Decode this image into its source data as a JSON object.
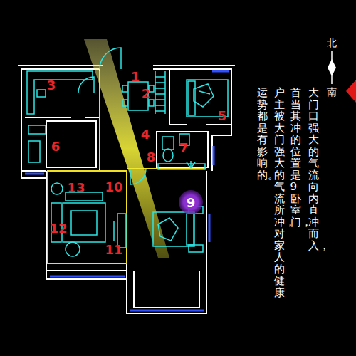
{
  "diagram": {
    "labels": [
      "3",
      "1",
      "2",
      "5",
      "4",
      "6",
      "7",
      "8",
      "10",
      "13",
      "9",
      "12",
      "11",
      "北",
      "南",
      "大门口强大的气流向内直冲而入，",
      "首当其冲的位置是9卧室门，",
      "户主被大门强大的气流所冲，对家人的健康",
      "运势都是有影响的。"
    ]
  }
}
